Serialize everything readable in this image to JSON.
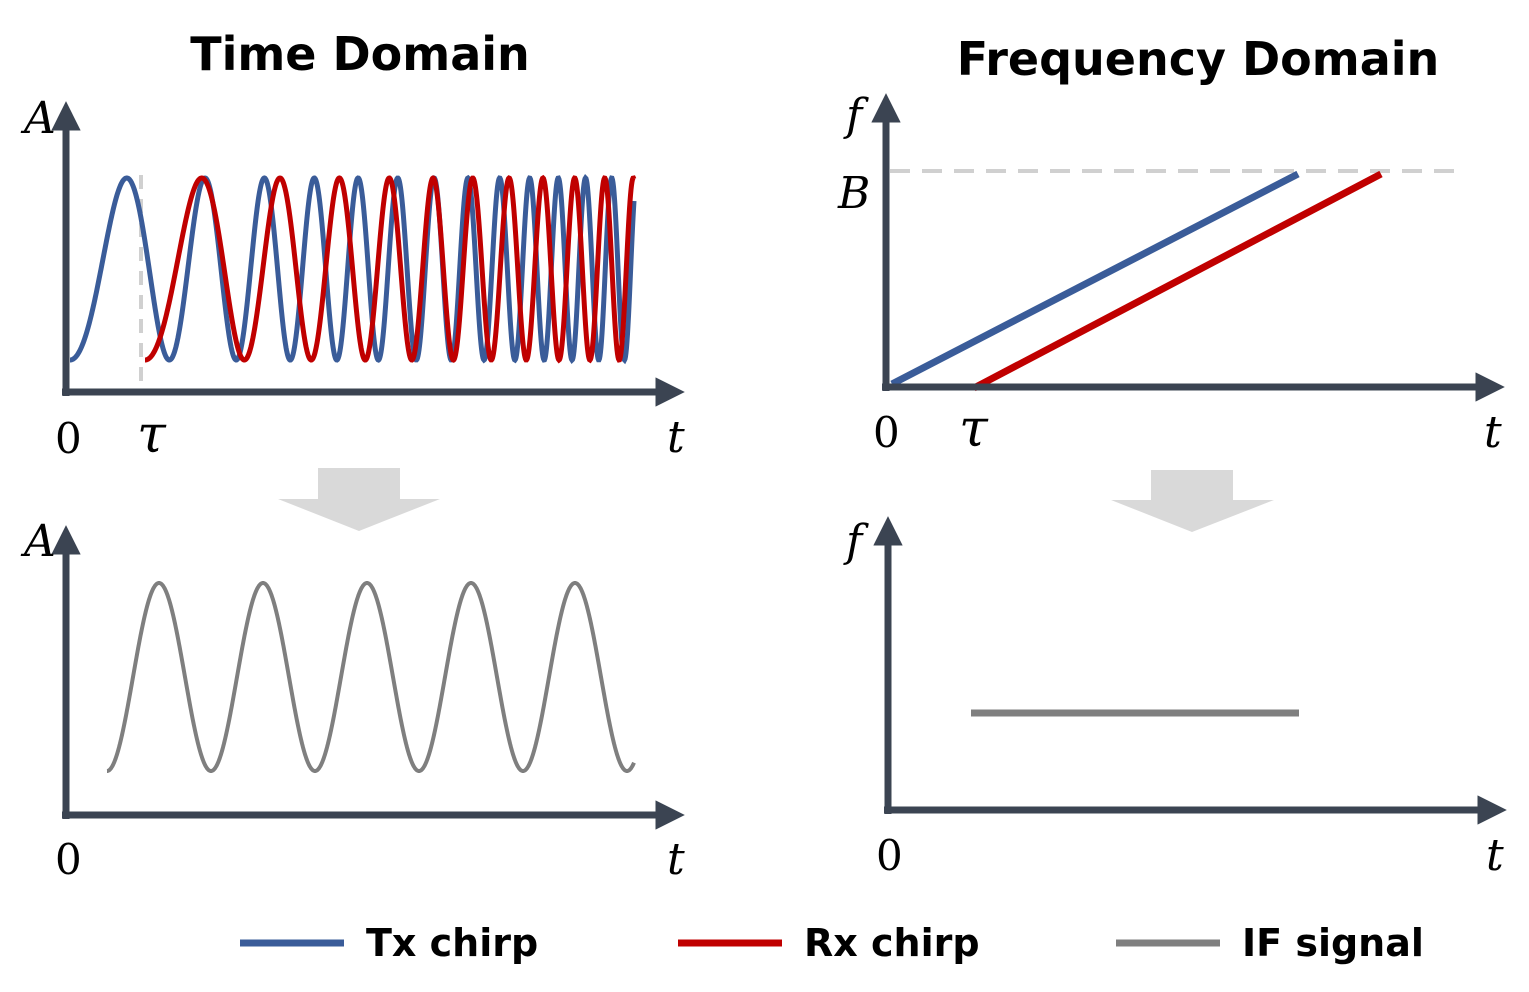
{
  "titles": {
    "time_domain": "Time Domain",
    "frequency_domain": "Frequency Domain"
  },
  "axes": {
    "amplitude": "A",
    "frequency": "f",
    "time": "t",
    "origin": "0",
    "delay": "τ",
    "bandwidth": "B"
  },
  "legend": {
    "tx": "Tx chirp",
    "rx": "Rx chirp",
    "if": "IF signal"
  },
  "colors": {
    "tx": "#3a5c99",
    "rx": "#c00000",
    "if": "#7f7f7f",
    "axis": "#3b4452",
    "guide": "#d0d0d0",
    "arrow": "#d9d9d9"
  }
}
